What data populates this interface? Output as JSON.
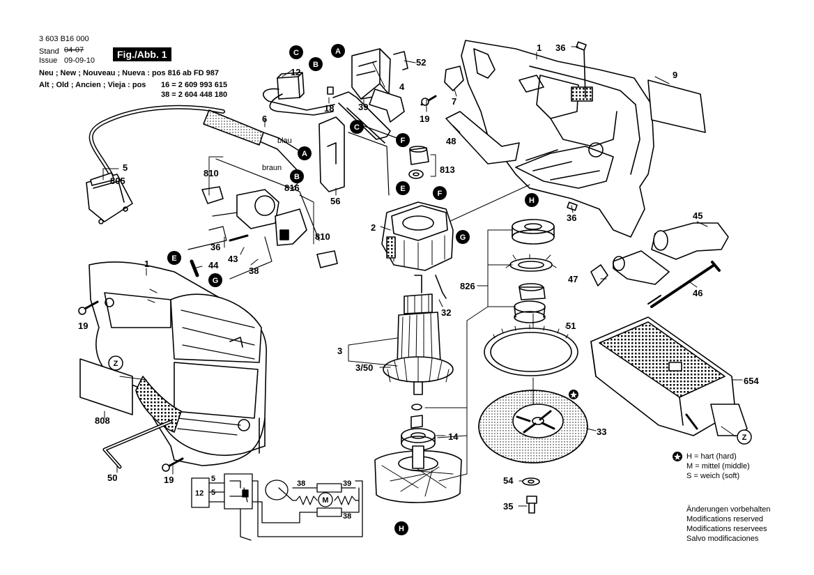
{
  "header": {
    "part_number": "3 603 B16 000",
    "stand_label": "Stand",
    "stand_value": "04-07",
    "issue_label": "Issue",
    "issue_value": "09-09-10",
    "figure": "Fig./Abb. 1",
    "new_line": "Neu ; New ; Nouveau ; Nueva : pos 816 ab FD 987",
    "old_line": "Alt ; Old ; Ancien ; Vieja : pos",
    "old_ref_1": "16 = 2 609 993 615",
    "old_ref_2": "38 = 2 604 448 180"
  },
  "wire_labels": {
    "blue": "blau",
    "brown": "braun"
  },
  "callouts": {
    "c1": "1",
    "c1b": "1",
    "c2": "2",
    "c3": "3",
    "c350": "3/50",
    "c4": "4",
    "c5": "5",
    "c6": "6",
    "c7": "7",
    "c9": "9",
    "c12": "12",
    "c14": "14",
    "c18": "18",
    "c19a": "19",
    "c19b": "19",
    "c19c": "19",
    "c32": "32",
    "c33": "33",
    "c35": "35",
    "c36a": "36",
    "c36b": "36",
    "c36c": "36",
    "c38": "38",
    "c39": "39",
    "c43": "43",
    "c44": "44",
    "c45": "45",
    "c46": "46",
    "c47": "47",
    "c48": "48",
    "c50": "50",
    "c51": "51",
    "c52": "52",
    "c54": "54",
    "c56": "56",
    "c654": "654",
    "c805": "805",
    "c808": "808",
    "c810a": "810",
    "c810b": "810",
    "c813": "813",
    "c816": "816",
    "c826": "826"
  },
  "connectors": {
    "A1": "A",
    "A2": "A",
    "B1": "B",
    "B2": "B",
    "C1": "C",
    "C2": "C",
    "E1": "E",
    "E2": "E",
    "F1": "F",
    "F2": "F",
    "G1": "G",
    "G2": "G",
    "H1": "H",
    "H2": "H",
    "Z1": "Z",
    "Z2": "Z"
  },
  "schematic": {
    "s12": "12",
    "s5a": "5",
    "s5b": "5",
    "s38a": "38",
    "s39": "39",
    "s38b": "38",
    "motor": "M"
  },
  "legend": {
    "hard": "H = hart (hard)",
    "middle": "M = mittel (middle)",
    "soft": "S = weich (soft)"
  },
  "notes": {
    "de": "Änderungen vorbehalten",
    "en": "Modifications reserved",
    "fr": "Modifications reservees",
    "es": "Salvo modificaciones"
  }
}
